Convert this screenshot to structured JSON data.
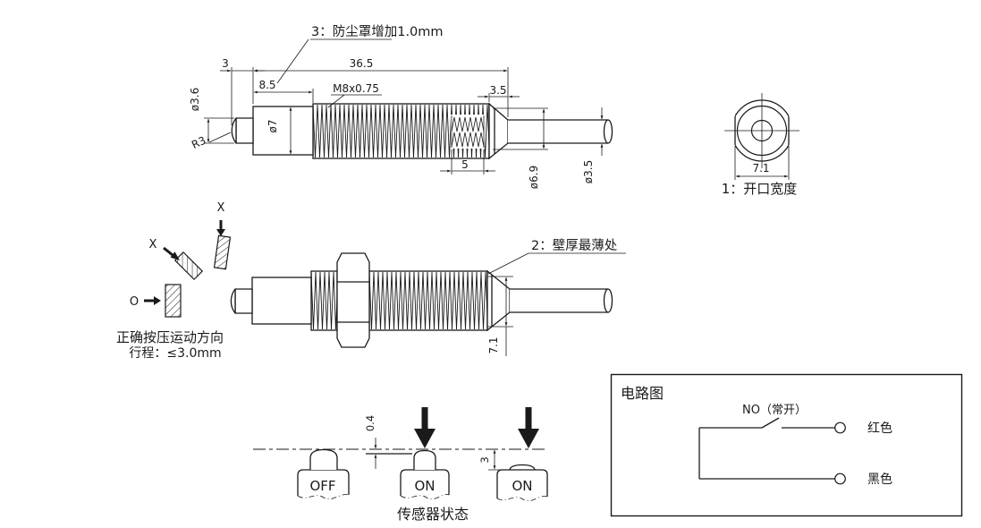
{
  "top_view": {
    "note": "3：防尘罩增加1.0mm",
    "dim_protrusion": "3",
    "dim_total": "36.5",
    "dim_body": "8.5",
    "thread_spec": "M8x0.75",
    "dim_cone": "3.5",
    "dim_inner_thread": "5",
    "dia_tip": "ø3.6",
    "dia_body": "ø7",
    "radius_tip": "R3",
    "dia_cone": "ø6.9",
    "dia_cable": "ø3.5"
  },
  "end_view": {
    "dim_width": "7.1",
    "caption": "1：开口宽度"
  },
  "press_direction": {
    "wrong1": "X",
    "wrong2": "X",
    "correct": "O",
    "line1": "正确按压运动方向",
    "line2": "行程：≤3.0mm"
  },
  "middle_view": {
    "note": "2：壁厚最薄处",
    "dim_height": "7.1"
  },
  "sensor_states": {
    "state_off": "OFF",
    "state_on1": "ON",
    "state_on2": "ON",
    "dim_travel_on": "0.4",
    "dim_travel_max": "3",
    "caption": "传感器状态"
  },
  "circuit": {
    "title": "电路图",
    "switch_label": "NO（常开）",
    "wire_red": "红色",
    "wire_black": "黑色"
  }
}
